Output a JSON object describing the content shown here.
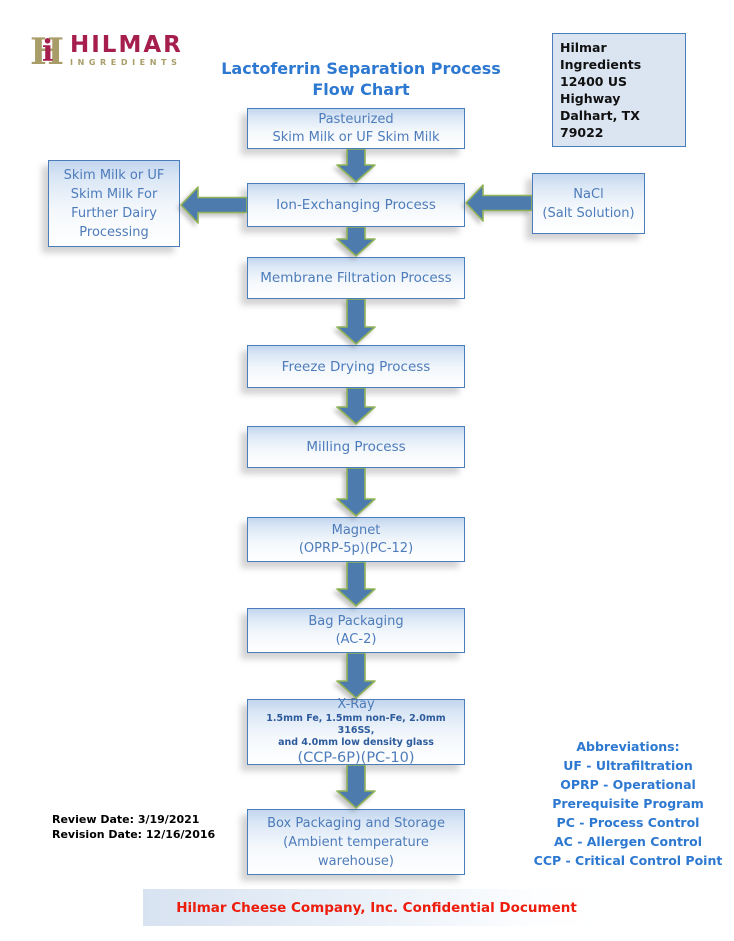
{
  "logo": {
    "monogram": "H",
    "monogram_dot": "i",
    "name": "HILMAR",
    "tagline": "INGREDIENTS"
  },
  "header": {
    "title_line1": "Lactoferrin Separation Process",
    "title_line2": "Flow Chart",
    "address_line1": "Hilmar Ingredients",
    "address_line2": "12400 US Highway",
    "address_line3": "Dalhart, TX 79022"
  },
  "flow": {
    "pasteurized": {
      "line1": "Pasteurized",
      "line2": "Skim Milk or UF Skim Milk"
    },
    "ion_exchange": {
      "line1": "Ion-Exchanging Process"
    },
    "membrane": {
      "line1": "Membrane Filtration Process"
    },
    "freeze": {
      "line1": "Freeze Drying Process"
    },
    "milling": {
      "line1": "Milling Process"
    },
    "magnet": {
      "line1": "Magnet",
      "line2": "(OPRP-5p)(PC-12)"
    },
    "bag": {
      "line1": "Bag Packaging",
      "line2": "(AC-2)"
    },
    "xray": {
      "line1": "X-Ray",
      "line2": "1.5mm Fe, 1.5mm non-Fe, 2.0mm 316SS,",
      "line3": "and 4.0mm low density glass",
      "line4": "(CCP-6P)(PC-10)"
    },
    "box_packaging": {
      "line1": "Box Packaging and Storage",
      "line2": "(Ambient temperature",
      "line3": "warehouse)"
    },
    "skim_out": {
      "line1": "Skim Milk or UF",
      "line2": "Skim Milk For",
      "line3": "Further Dairy",
      "line4": "Processing"
    },
    "nacl": {
      "line1": "NaCl",
      "line2": "(Salt Solution)"
    }
  },
  "dates": {
    "review": "Review Date: 3/19/2021",
    "revision": "Revision Date: 12/16/2016"
  },
  "abbreviations": {
    "title": "Abbreviations:",
    "items": [
      "UF - Ultrafiltration",
      "OPRP - Operational",
      "Prerequisite Program",
      "PC - Process Control",
      "AC - Allergen Control",
      "CCP - Critical Control Point"
    ]
  },
  "footer": {
    "text": "Hilmar Cheese Company, Inc. Confidential Document"
  },
  "colors": {
    "title_blue": "#2d78d0",
    "box_border_blue": "#4a7dbb",
    "box_text_blue": "#4e7cba",
    "box_fill_top": "#c3d6ee",
    "arrow_fill": "#4e7bae",
    "arrow_outline_green": "#92b457",
    "xray_detail_blue": "#2d5b9c",
    "footer_red": "#ed1c0c",
    "logo_crimson": "#a51e4d",
    "logo_tan": "#a89c69"
  }
}
